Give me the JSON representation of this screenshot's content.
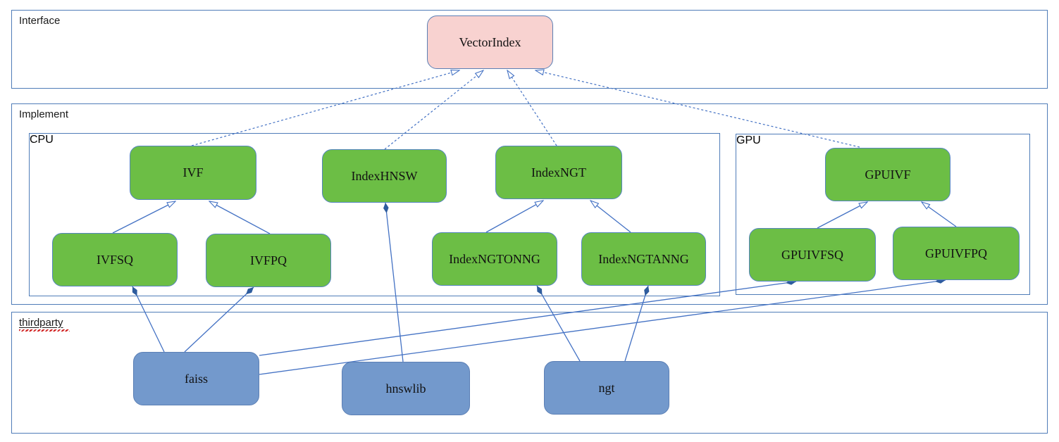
{
  "diagram": {
    "containers": {
      "interface": {
        "label": "Interface"
      },
      "implement": {
        "label": "Implement"
      },
      "cpu": {
        "label": "CPU"
      },
      "gpu": {
        "label": "GPU"
      },
      "thirdparty": {
        "label": "thirdparty"
      }
    },
    "nodes": {
      "vectorindex": {
        "label": "VectorIndex",
        "group": "interface"
      },
      "ivf": {
        "label": "IVF",
        "group": "cpu"
      },
      "indexhnsw": {
        "label": "IndexHNSW",
        "group": "cpu"
      },
      "indexngt": {
        "label": "IndexNGT",
        "group": "cpu"
      },
      "ivfsq": {
        "label": "IVFSQ",
        "group": "cpu"
      },
      "ivfpq": {
        "label": "IVFPQ",
        "group": "cpu"
      },
      "indexngtonng": {
        "label": "IndexNGTONNG",
        "group": "cpu"
      },
      "indexngtanng": {
        "label": "IndexNGTANNG",
        "group": "cpu"
      },
      "gpuivf": {
        "label": "GPUIVF",
        "group": "gpu"
      },
      "gpuivfsq": {
        "label": "GPUIVFSQ",
        "group": "gpu"
      },
      "gpuivfpq": {
        "label": "GPUIVFPQ",
        "group": "gpu"
      },
      "faiss": {
        "label": "faiss",
        "group": "thirdparty"
      },
      "hnswlib": {
        "label": "hnswlib",
        "group": "thirdparty"
      },
      "ngt": {
        "label": "ngt",
        "group": "thirdparty"
      }
    },
    "edges": [
      {
        "from": "ivf",
        "to": "vectorindex",
        "type": "realization-dashed-hollow-arrow"
      },
      {
        "from": "indexhnsw",
        "to": "vectorindex",
        "type": "realization-dashed-hollow-arrow"
      },
      {
        "from": "indexngt",
        "to": "vectorindex",
        "type": "realization-dashed-hollow-arrow"
      },
      {
        "from": "gpuivf",
        "to": "vectorindex",
        "type": "realization-dashed-hollow-arrow"
      },
      {
        "from": "ivfsq",
        "to": "ivf",
        "type": "generalization-hollow-arrow"
      },
      {
        "from": "ivfpq",
        "to": "ivf",
        "type": "generalization-hollow-arrow"
      },
      {
        "from": "indexngtonng",
        "to": "indexngt",
        "type": "generalization-hollow-arrow"
      },
      {
        "from": "indexngtanng",
        "to": "indexngt",
        "type": "generalization-hollow-arrow"
      },
      {
        "from": "gpuivfsq",
        "to": "gpuivf",
        "type": "generalization-hollow-arrow"
      },
      {
        "from": "gpuivfpq",
        "to": "gpuivf",
        "type": "generalization-hollow-arrow"
      },
      {
        "from": "faiss",
        "to": "ivfsq",
        "type": "composition-filled-diamond"
      },
      {
        "from": "faiss",
        "to": "ivfpq",
        "type": "composition-filled-diamond"
      },
      {
        "from": "faiss",
        "to": "gpuivfsq",
        "type": "composition-filled-diamond"
      },
      {
        "from": "faiss",
        "to": "gpuivfpq",
        "type": "composition-filled-diamond"
      },
      {
        "from": "hnswlib",
        "to": "indexhnsw",
        "type": "composition-filled-diamond"
      },
      {
        "from": "ngt",
        "to": "indexngtonng",
        "type": "composition-filled-diamond"
      },
      {
        "from": "ngt",
        "to": "indexngtanng",
        "type": "composition-filled-diamond"
      }
    ],
    "colors": {
      "node_green": "#6cbe45",
      "node_pink": "#f8d2d0",
      "node_blue": "#7399cc",
      "container_border": "#4f7cb8",
      "connector": "#4472c4",
      "diamond_fill": "#2e5c9e",
      "spellcheck_squiggle": "#cf1d1d"
    }
  }
}
